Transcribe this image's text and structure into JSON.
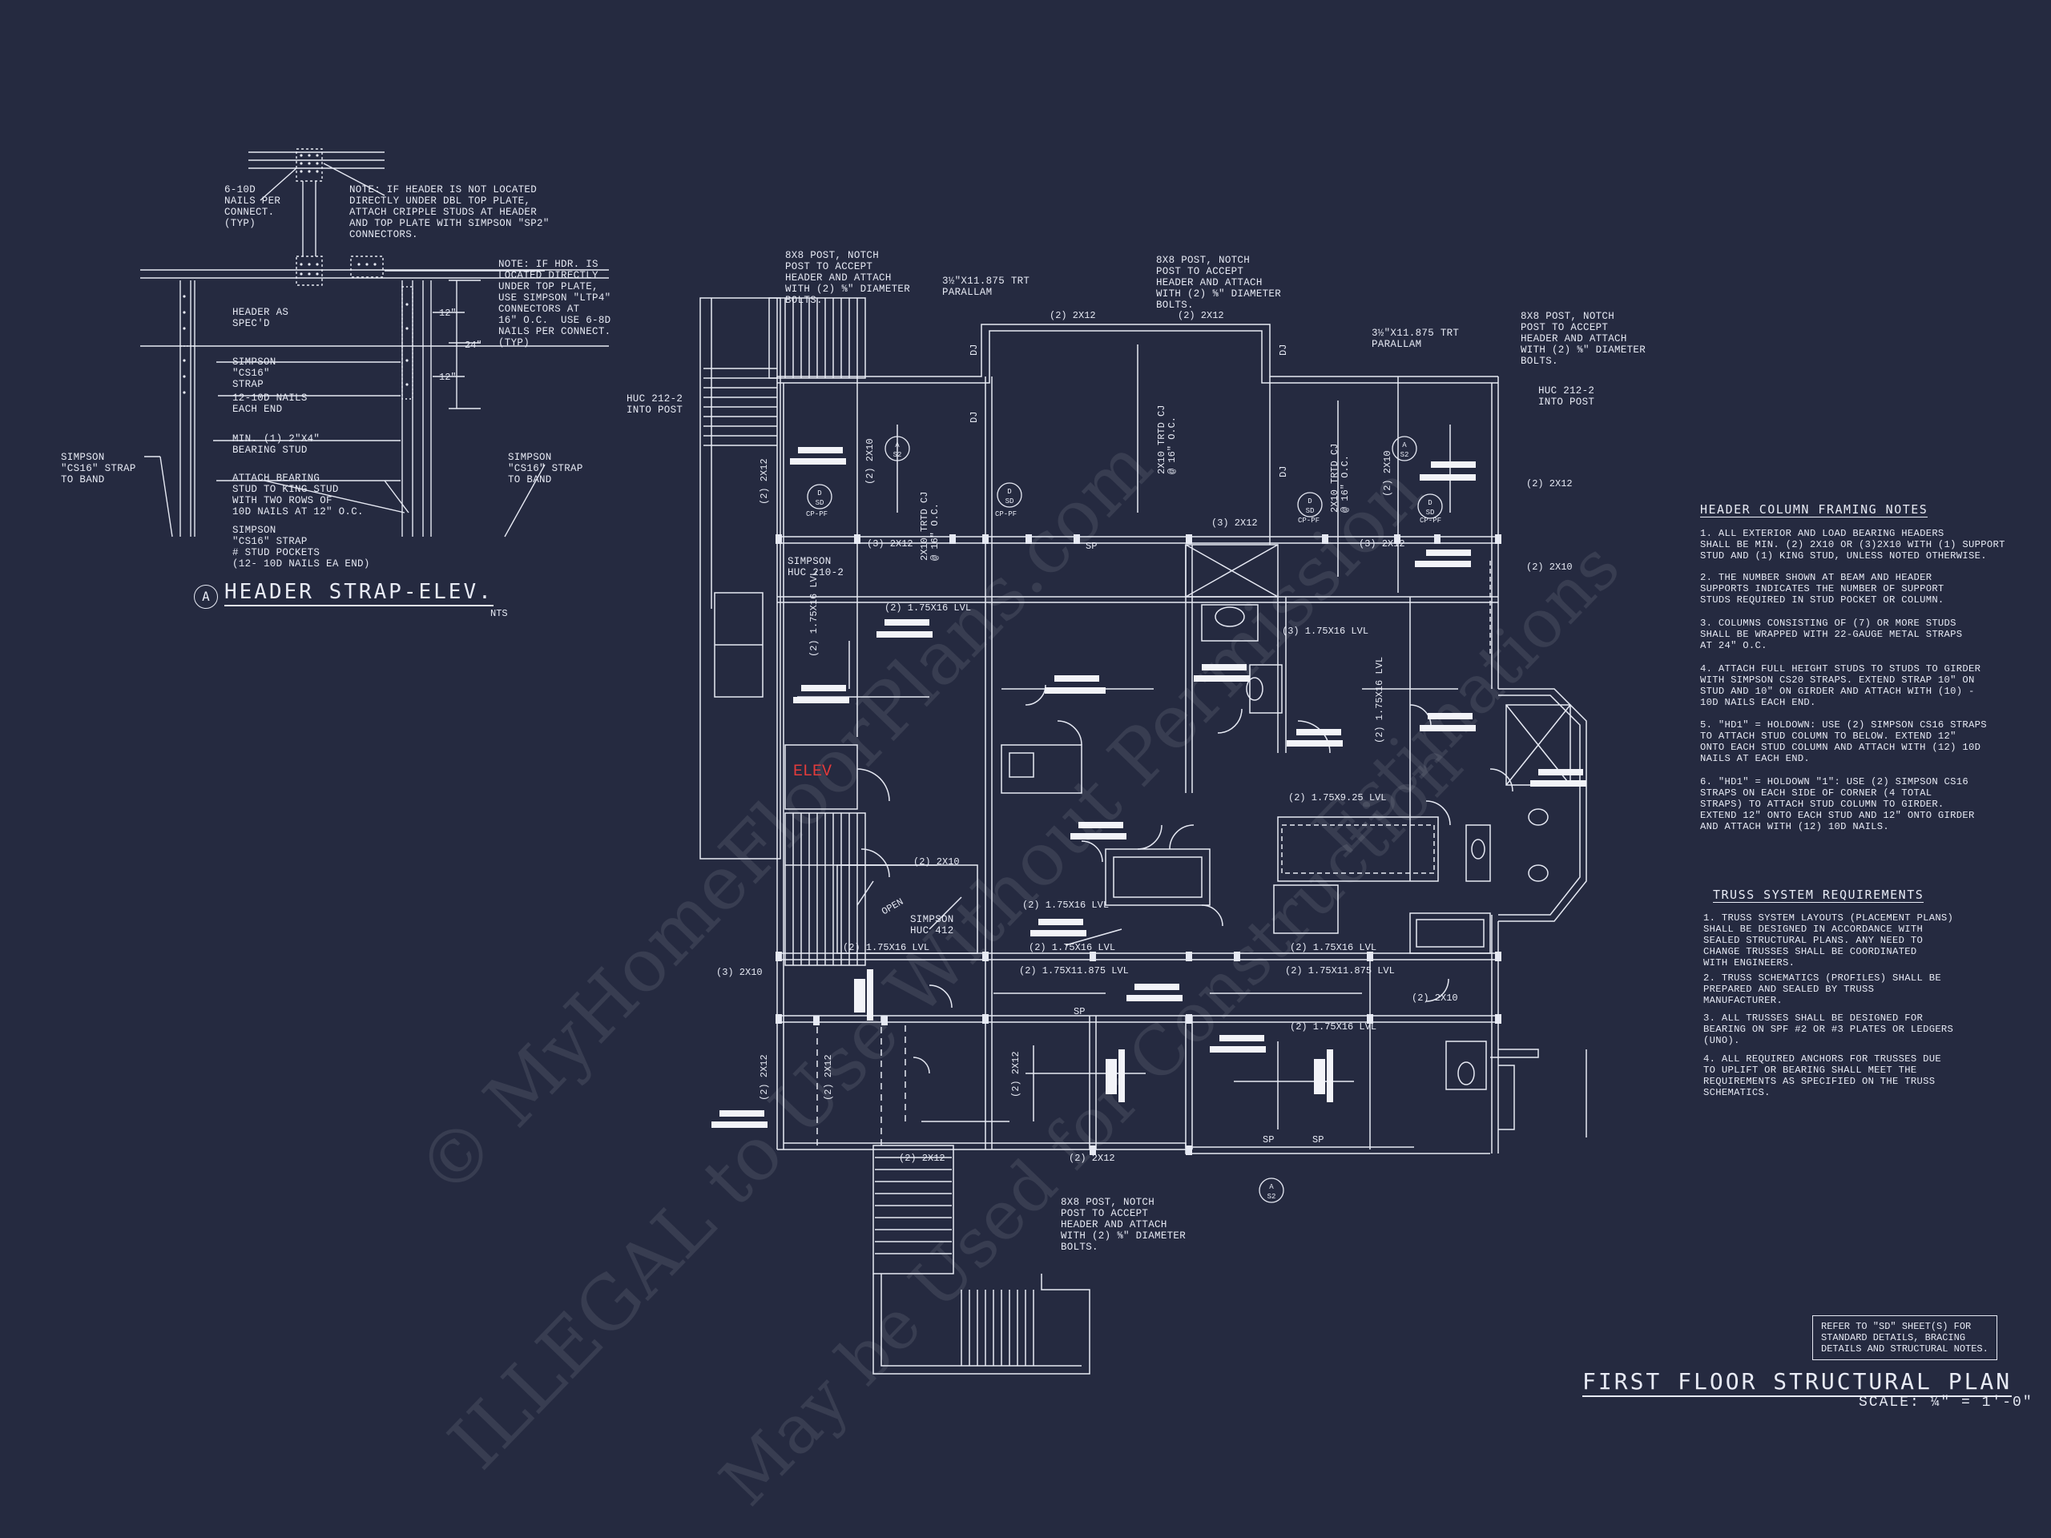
{
  "header_strap_detail": {
    "title_marker": "A",
    "title": "HEADER STRAP-ELEV.",
    "scale": "NTS",
    "notes": {
      "nails_connect": "6-10d\nNAILS PER\nCONNECT.\n(TYP)",
      "note_header_not_located": "NOTE: IF HEADER IS NOT LOCATED\nDIRECTLY UNDER DBL TOP PLATE,\nATTACH CRIPPLE STUDS AT HEADER\nAND TOP PLATE WITH SIMPSON \"SP2\"\nCONNECTORS.",
      "note_hdr_located": "NOTE: IF HDR. IS\nLOCATED DIRECTLY\nUNDER TOP PLATE,\nUSE SIMPSON \"LTP4\"\nCONNECTORS AT\n16\" O.C.  USE 6-8d\nNAILS PER CONNECT.\n(TYP)",
      "header_as_specd": "HEADER AS\nSPEC'D",
      "simpson_cs16_strap": "SIMPSON\n\"CS16\"\nSTRAP",
      "nails_each_end": "12-10d NAILS\nEACH END",
      "bearing_stud": "MIN. (1) 2\"x4\"\nBEARING STUD",
      "attach_bearing": "ATTACH BEARING\nSTUD TO KING STUD\nWITH TWO ROWS OF\n10d NAILS AT 12\" O.C.",
      "stud_pockets": "SIMPSON\n\"CS16\" STRAP\n# STUD POCKETS\n(12- 10d NAILS EA END)",
      "strap_to_band_left": "SIMPSON\n\"CS16\" STRAP\nTO BAND",
      "strap_to_band_right": "SIMPSON\n\"CS16\" STRAP\nTO BAND",
      "dim_12_top": "12\"",
      "dim_24": "24\"",
      "dim_12_bottom": "12\""
    }
  },
  "plan_labels": {
    "post_top_left": "8x8 POST, NOTCH\nPOST TO ACCEPT\nHEADER AND ATTACH\nWITH (2) ⅝\" DIAMETER\nBOLTS.",
    "post_top_center": "8x8 POST, NOTCH\nPOST TO ACCEPT\nHEADER AND ATTACH\nWITH (2) ⅝\" DIAMETER\nBOLTS.",
    "post_top_right": "8x8 POST, NOTCH\nPOST TO ACCEPT\nHEADER AND ATTACH\nWITH (2) ⅝\" DIAMETER\nBOLTS.",
    "post_bottom": "8x8 POST, NOTCH\nPOST TO ACCEPT\nHEADER AND ATTACH\nWITH (2) ⅝\" DIAMETER\nBOLTS.",
    "parallam_left": "3½\"x11.875 TRT\nPARALLAM",
    "parallam_right": "3½\"x11.875 TRT\nPARALLAM",
    "huc_left": "HUC 212-2\nINTO POST",
    "huc_right": "HUC 212-2\nINTO POST",
    "simpson_huc210": "SIMPSON\nHUC 210-2",
    "simpson_huc412": "SIMPSON\nHUC 412",
    "beam_2_2x12_top": "(2) 2x12",
    "beam_2_2x12_top_center": "(2) 2x12",
    "beam_3_2x12_left": "(3) 2x12",
    "beam_3_2x12_center": "(3) 2x12",
    "beam_3_2x12_right": "(3) 2x12",
    "beam_2_2x12_right": "(2) 2x12",
    "beam_2_2x10_right": "(2) 2x10",
    "beam_lvl_1": "(2) 1.75x16 LVL",
    "beam_lvl_2": "(3) 1.75x16 LVL",
    "beam_lvl_3": "(2) 1.75x16 LVL",
    "beam_lvl_4": "(2) 1.75x16 LVL",
    "beam_lvl_5": "(2) 1.75x16 LVL",
    "beam_lvl_6": "(2) 1.75x16 LVL",
    "beam_lvl_7": "(2) 1.75x16 LVL",
    "beam_lvl_vert_left": "(2) 1.75x16 LVL",
    "beam_lvl_vert_right": "(2) 1.75x16 LVL",
    "beam_925": "(2) 1.75x9.25 LVL",
    "beam_11875_a": "(2) 1.75x11.875 LVL",
    "beam_11875_b": "(2) 1.75x11.875 LVL",
    "beam_2_2x10_mid": "(2) 2x10",
    "beam_2_2x10_right_low": "(2) 2x10",
    "beam_3_2x10_left": "(3) 2x10",
    "beam_2_2x12_bottom_left": "(2) 2x12",
    "beam_2_2x12_bottom_center": "(2) 2x12",
    "beam_2_2x12_vert_a": "(2) 2x12",
    "beam_2_2x12_vert_b": "(2) 2x12",
    "beam_2_2x12_vert_c": "(2) 2x12",
    "beam_2_2x12_vert_d": "(2) 2x12",
    "beam_2_2x10_vert_a": "(2) 2x10",
    "beam_2_2x10_vert_b": "(2) 2x10",
    "cj_1": "2x10 TRTD CJ\n@ 16\" O.C.",
    "cj_2": "2x10 TRTD CJ\n@ 16\" O.C.",
    "cj_3": "2x10 TRTD CJ\n@ 16\" O.C.",
    "dj_1": "DJ",
    "dj_2": "DJ",
    "dj_3": "DJ",
    "dj_4": "DJ",
    "sp_1": "SP",
    "sp_2": "SP",
    "sp_3": "SP",
    "sp_4": "SP",
    "elev": "ELEV",
    "open": "OPEN",
    "callout_d": "D",
    "callout_sd": "SD",
    "callout_a": "A",
    "callout_s2": "S2",
    "cp_pf": "CP-PF"
  },
  "header_column_notes": {
    "title": "HEADER COLUMN FRAMING NOTES",
    "items": [
      "1. ALL EXTERIOR AND LOAD BEARING HEADERS\nSHALL BE MIN. (2) 2x10 OR (3)2x10 WITH (1) SUPPORT\nSTUD AND (1) KING STUD, UNLESS NOTED OTHERWISE.",
      "2. THE NUMBER SHOWN AT BEAM AND HEADER\nSUPPORTS INDICATES THE NUMBER OF SUPPORT\nSTUDS REQUIRED IN STUD POCKET OR COLUMN.",
      "3. COLUMNS CONSISTING OF (7) OR MORE STUDS\nSHALL BE WRAPPED WITH 22-GAUGE METAL STRAPS\nAT 24\" O.C.",
      "4. ATTACH FULL HEIGHT STUDS TO STUDS TO GIRDER\nWITH SIMPSON CS20 STRAPS. EXTEND STRAP 10\" ON\nSTUD AND 10\" ON GIRDER AND ATTACH WITH (10) -\n10d NAILS EACH END.",
      "5. \"HD1\" = HOLDOWN: USE (2) SIMPSON CS16 STRAPS\nTO ATTACH STUD COLUMN TO BELOW. EXTEND 12\"\nONTO EACH STUD COLUMN AND ATTACH WITH (12) 10d\nNAILS AT EACH END.",
      "6. \"HD1\" = HOLDOWN \"1\": USE (2) SIMPSON CS16\nSTRAPS ON EACH SIDE OF CORNER (4 TOTAL\nSTRAPS) TO ATTACH STUD COLUMN TO GIRDER.\nEXTEND 12\" ONTO EACH STUD AND 12\" ONTO GIRDER\nAND ATTACH WITH (12) 10d NAILS."
    ]
  },
  "truss_requirements": {
    "title": "TRUSS SYSTEM REQUIREMENTS",
    "items": [
      "1. TRUSS SYSTEM LAYOUTS (PLACEMENT PLANS)\nSHALL BE DESIGNED IN ACCORDANCE WITH\nSEALED STRUCTURAL PLANS. ANY NEED TO\nCHANGE TRUSSES SHALL BE COORDINATED\nWITH ENGINEERS.",
      "2. TRUSS SCHEMATICS (PROFILES) SHALL BE\nPREPARED AND SEALED BY TRUSS\nMANUFACTURER.",
      "3. ALL TRUSSES SHALL BE DESIGNED FOR\nBEARING ON SPF #2 OR #3 PLATES OR LEDGERS\n(UNO).",
      "4. ALL REQUIRED ANCHORS FOR TRUSSES DUE\nTO UPLIFT OR BEARING SHALL MEET THE\nREQUIREMENTS AS SPECIFIED ON THE TRUSS\nSCHEMATICS."
    ]
  },
  "reference_box": "REFER TO \"SD\" SHEET(S) FOR\nSTANDARD DETAILS, BRACING\nDETAILS AND STRUCTURAL NOTES.",
  "sheet_title": "FIRST FLOOR STRUCTURAL PLAN",
  "sheet_scale": "SCALE: ¼\" = 1'-0\"",
  "watermarks": [
    "© MyHomeFloorPlans.com",
    "ILLEGAL to Use Without Permission",
    "May be Used for Construction",
    "Estimations"
  ],
  "colors": {
    "background": "#252a40",
    "linework": "#e6e9f3",
    "elevator_label": "#e23b3b"
  }
}
